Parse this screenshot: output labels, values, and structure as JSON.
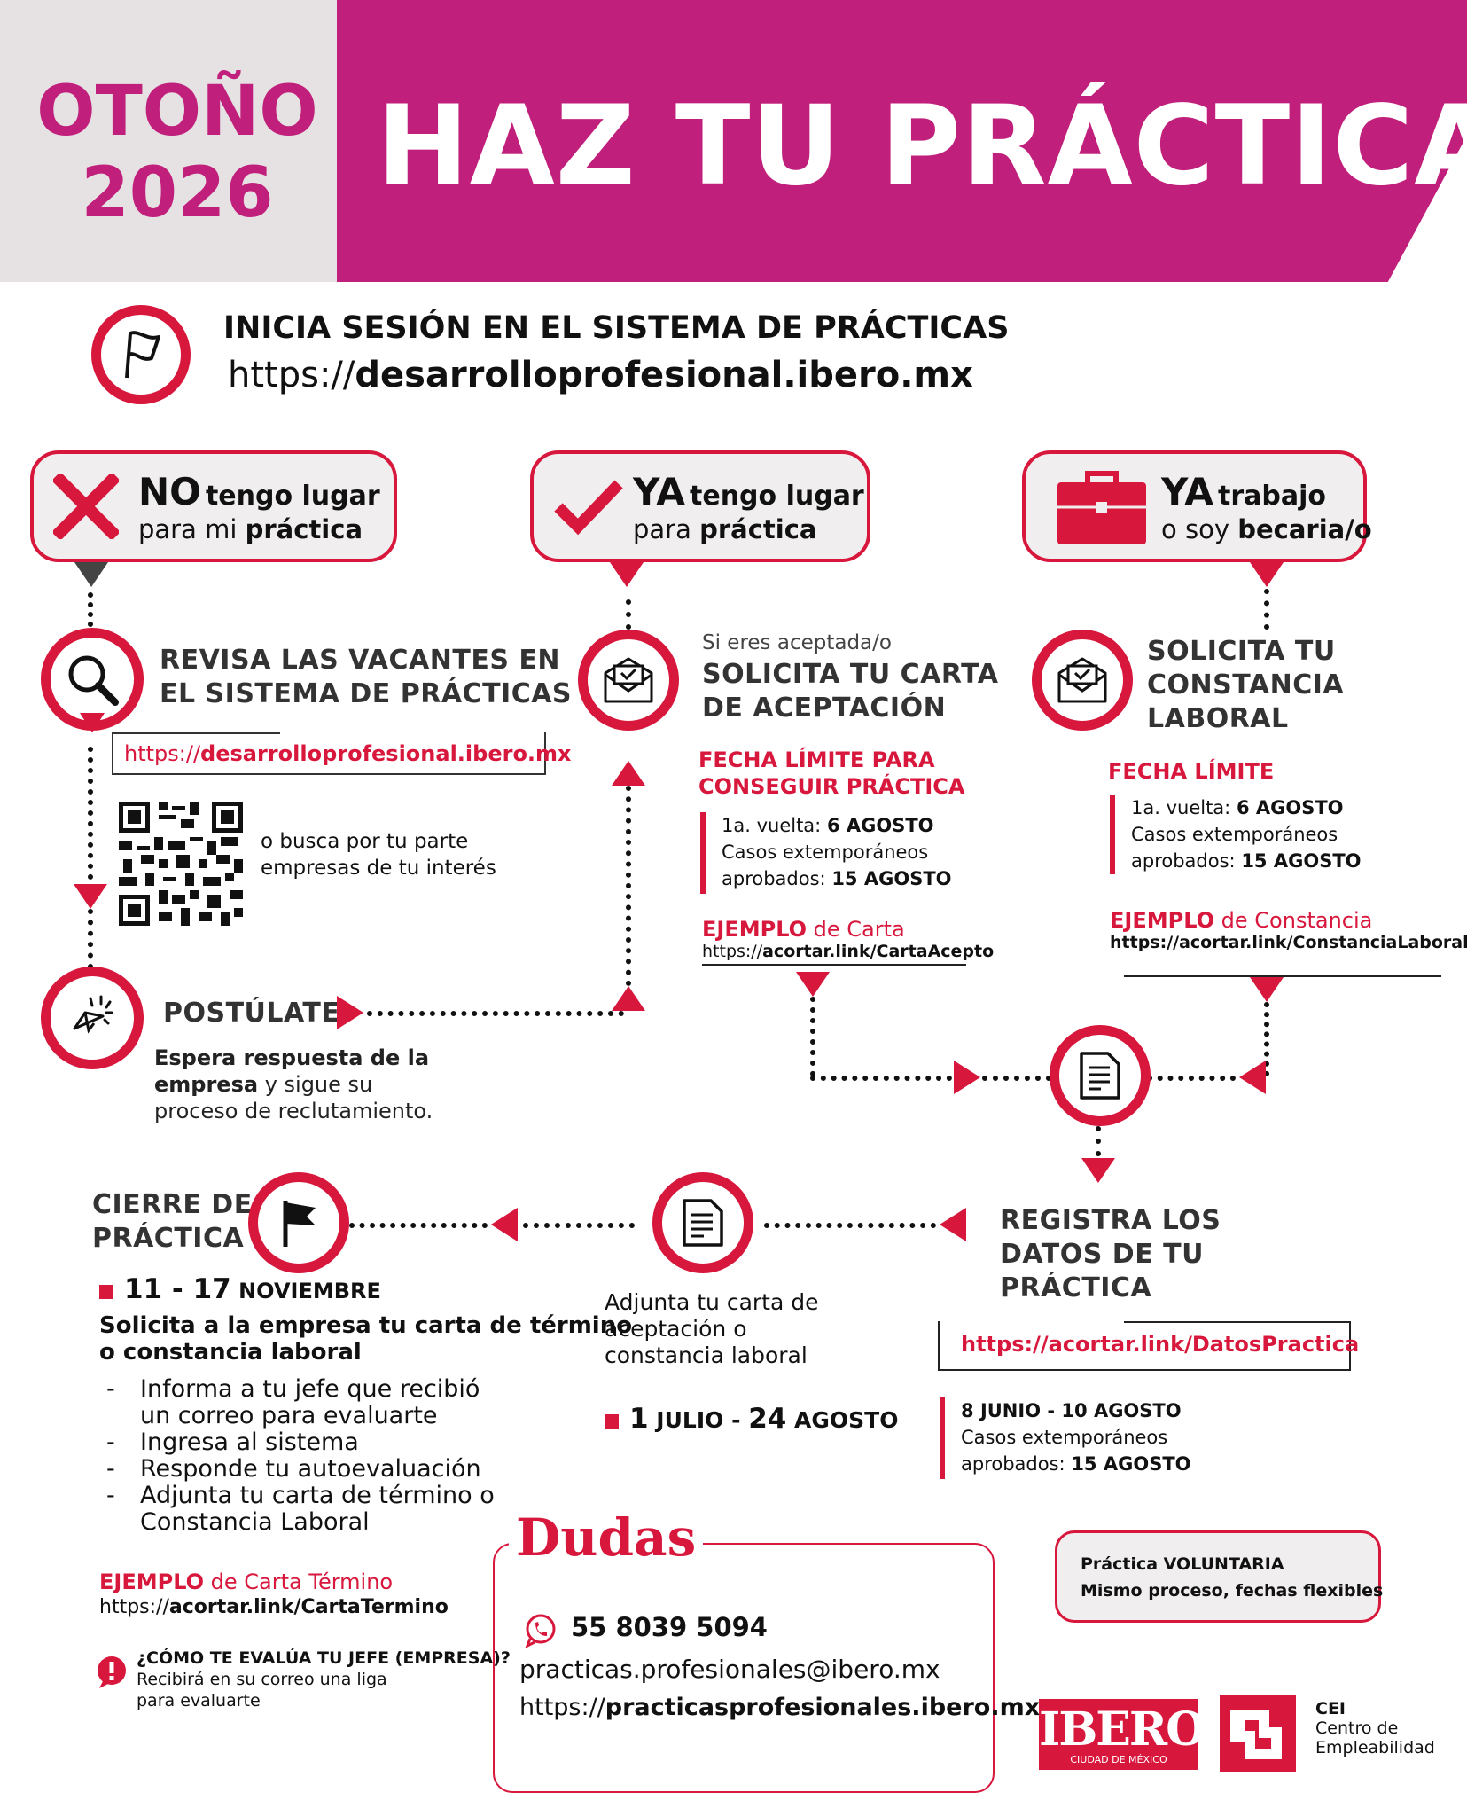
{
  "header": {
    "season_line1": "OTOÑO",
    "season_line2": "2026",
    "title": "HAZ TU PRÁCTICA",
    "colors": {
      "magenta": "#c01f7b",
      "red": "#d8173c",
      "gray": "#e6e1e3"
    }
  },
  "login": {
    "icon": "flag-icon",
    "title": "INICIA SESIÓN EN EL SISTEMA DE PRÁCTICAS",
    "url_prefix": "https://",
    "url_main": "desarrolloprofesional.ibero.mx"
  },
  "options": {
    "no_place": {
      "icon": "x-icon",
      "strong": "NO",
      "line1": "tengo lugar",
      "line2_a": "para mi",
      "line2_b": "práctica"
    },
    "have_place": {
      "icon": "checkmark-icon",
      "strong": "YA",
      "line1": "tengo lugar",
      "line2_a": "para",
      "line2_b": "práctica"
    },
    "working": {
      "icon": "briefcase-icon",
      "strong": "YA",
      "line1": "trabajo",
      "line2_a": "o soy",
      "line2_b": "becaria/o"
    }
  },
  "vacantes": {
    "icon": "search-icon",
    "title_line1": "REVISA LAS VACANTES EN",
    "title_line2": "EL SISTEMA DE PRÁCTICAS",
    "url_prefix": "https://",
    "url_main": "desarrolloprofesional.ibero.mx",
    "qr_icon": "qr-code-icon",
    "alt_line1": "o busca por tu parte",
    "alt_line2": "empresas de tu interés"
  },
  "postulate": {
    "icon": "send-icon",
    "title": "POSTÚLATE",
    "desc_line1": "Espera respuesta de la",
    "desc_line2_bold": "empresa",
    "desc_line2_rest": " y  sigue su",
    "desc_line3": "proceso de reclutamiento."
  },
  "carta": {
    "icon": "envelope-check-icon",
    "pre": "Si eres aceptada/o",
    "title_line1": "SOLICITA TU CARTA",
    "title_line2": "DE ACEPTACIÓN",
    "deadline_line1": "FECHA LÍMITE PARA",
    "deadline_line2": "CONSEGUIR PRÁCTICA",
    "round_label": "1a. vuelta:",
    "round_date": "6 AGOSTO",
    "late_line1": "Casos  extemporáneos",
    "late_line2": "aprobados:",
    "late_date": "15 AGOSTO",
    "example_strong": "EJEMPLO",
    "example_rest": "de Carta",
    "example_url_prefix": "https://",
    "example_url": "acortar.link/CartaAcepto"
  },
  "constancia": {
    "icon": "envelope-check-icon",
    "title_line1": "SOLICITA TU",
    "title_line2": "CONSTANCIA",
    "title_line3": "LABORAL",
    "deadline": "FECHA LÍMITE",
    "round_label": "1a. vuelta:",
    "round_date": "6 AGOSTO",
    "late_line1": "Casos extemporáneos",
    "late_line2": "aprobados:",
    "late_date": "15 AGOSTO",
    "example_strong": "EJEMPLO",
    "example_rest": "de Constancia",
    "example_url": "https://acortar.link/ConstanciaLaboral"
  },
  "merge": {
    "icon": "document-icon"
  },
  "registra": {
    "title_line1": "REGISTRA LOS",
    "title_line2": "DATOS DE TU",
    "title_line3": "PRÁCTICA",
    "url": "https://acortar.link/DatosPractica",
    "dates_a": "8",
    "dates_b": "JUNIO -",
    "dates_c": "10",
    "dates_d": "AGOSTO",
    "late_line1": "Casos extemporáneos",
    "late_line2": "aprobados:",
    "late_date": "15 AGOSTO"
  },
  "adjunta": {
    "icon": "document-icon",
    "line1": "Adjunta tu carta de",
    "line2": "aceptación o",
    "line3": "constancia laboral",
    "date_a": "1",
    "date_b": "JULIO -",
    "date_c": "24",
    "date_d": "AGOSTO"
  },
  "cierre": {
    "icon": "flag-filled-icon",
    "title_line1": "CIERRE DE",
    "title_line2": "PRÁCTICA",
    "date_a": "11 - 17",
    "date_b": "NOVIEMBRE",
    "request_line1": "Solicita a la empresa tu carta de término",
    "request_line2": "o constancia laboral",
    "steps": [
      "Informa a tu jefe que recibió un correo para evaluarte",
      "Ingresa al sistema",
      "Responde tu autoevaluación",
      "Adjunta tu carta de término o Constancia Laboral"
    ],
    "example_strong": "EJEMPLO",
    "example_rest": "de Carta Término",
    "example_url_prefix": "https://",
    "example_url": "acortar.link/CartaTermino",
    "eval_icon": "alert-icon",
    "eval_q": "¿CÓMO TE EVALÚA TU JEFE (EMPRESA)?",
    "eval_a_line1": "Recibirá en su correo una liga",
    "eval_a_line2": "para evaluarte"
  },
  "dudas": {
    "title": "Dudas",
    "whatsapp_icon": "whatsapp-icon",
    "phone": "55 8039 5094",
    "email": "practicas.profesionales@ibero.mx",
    "web_prefix": "https://",
    "web_main": "practicasprofesionales.ibero.mx"
  },
  "voluntaria": {
    "line1": "Práctica VOLUNTARIA",
    "line2": "Mismo proceso, fechas flexibles"
  },
  "footer": {
    "ibero": "IBERO",
    "ibero_sub": "CIUDAD DE MÉXICO",
    "cei_logo_icon": "cei-logo-icon",
    "cei": "CEI",
    "cei_line1": "Centro de",
    "cei_line2": "Empleabilidad"
  }
}
